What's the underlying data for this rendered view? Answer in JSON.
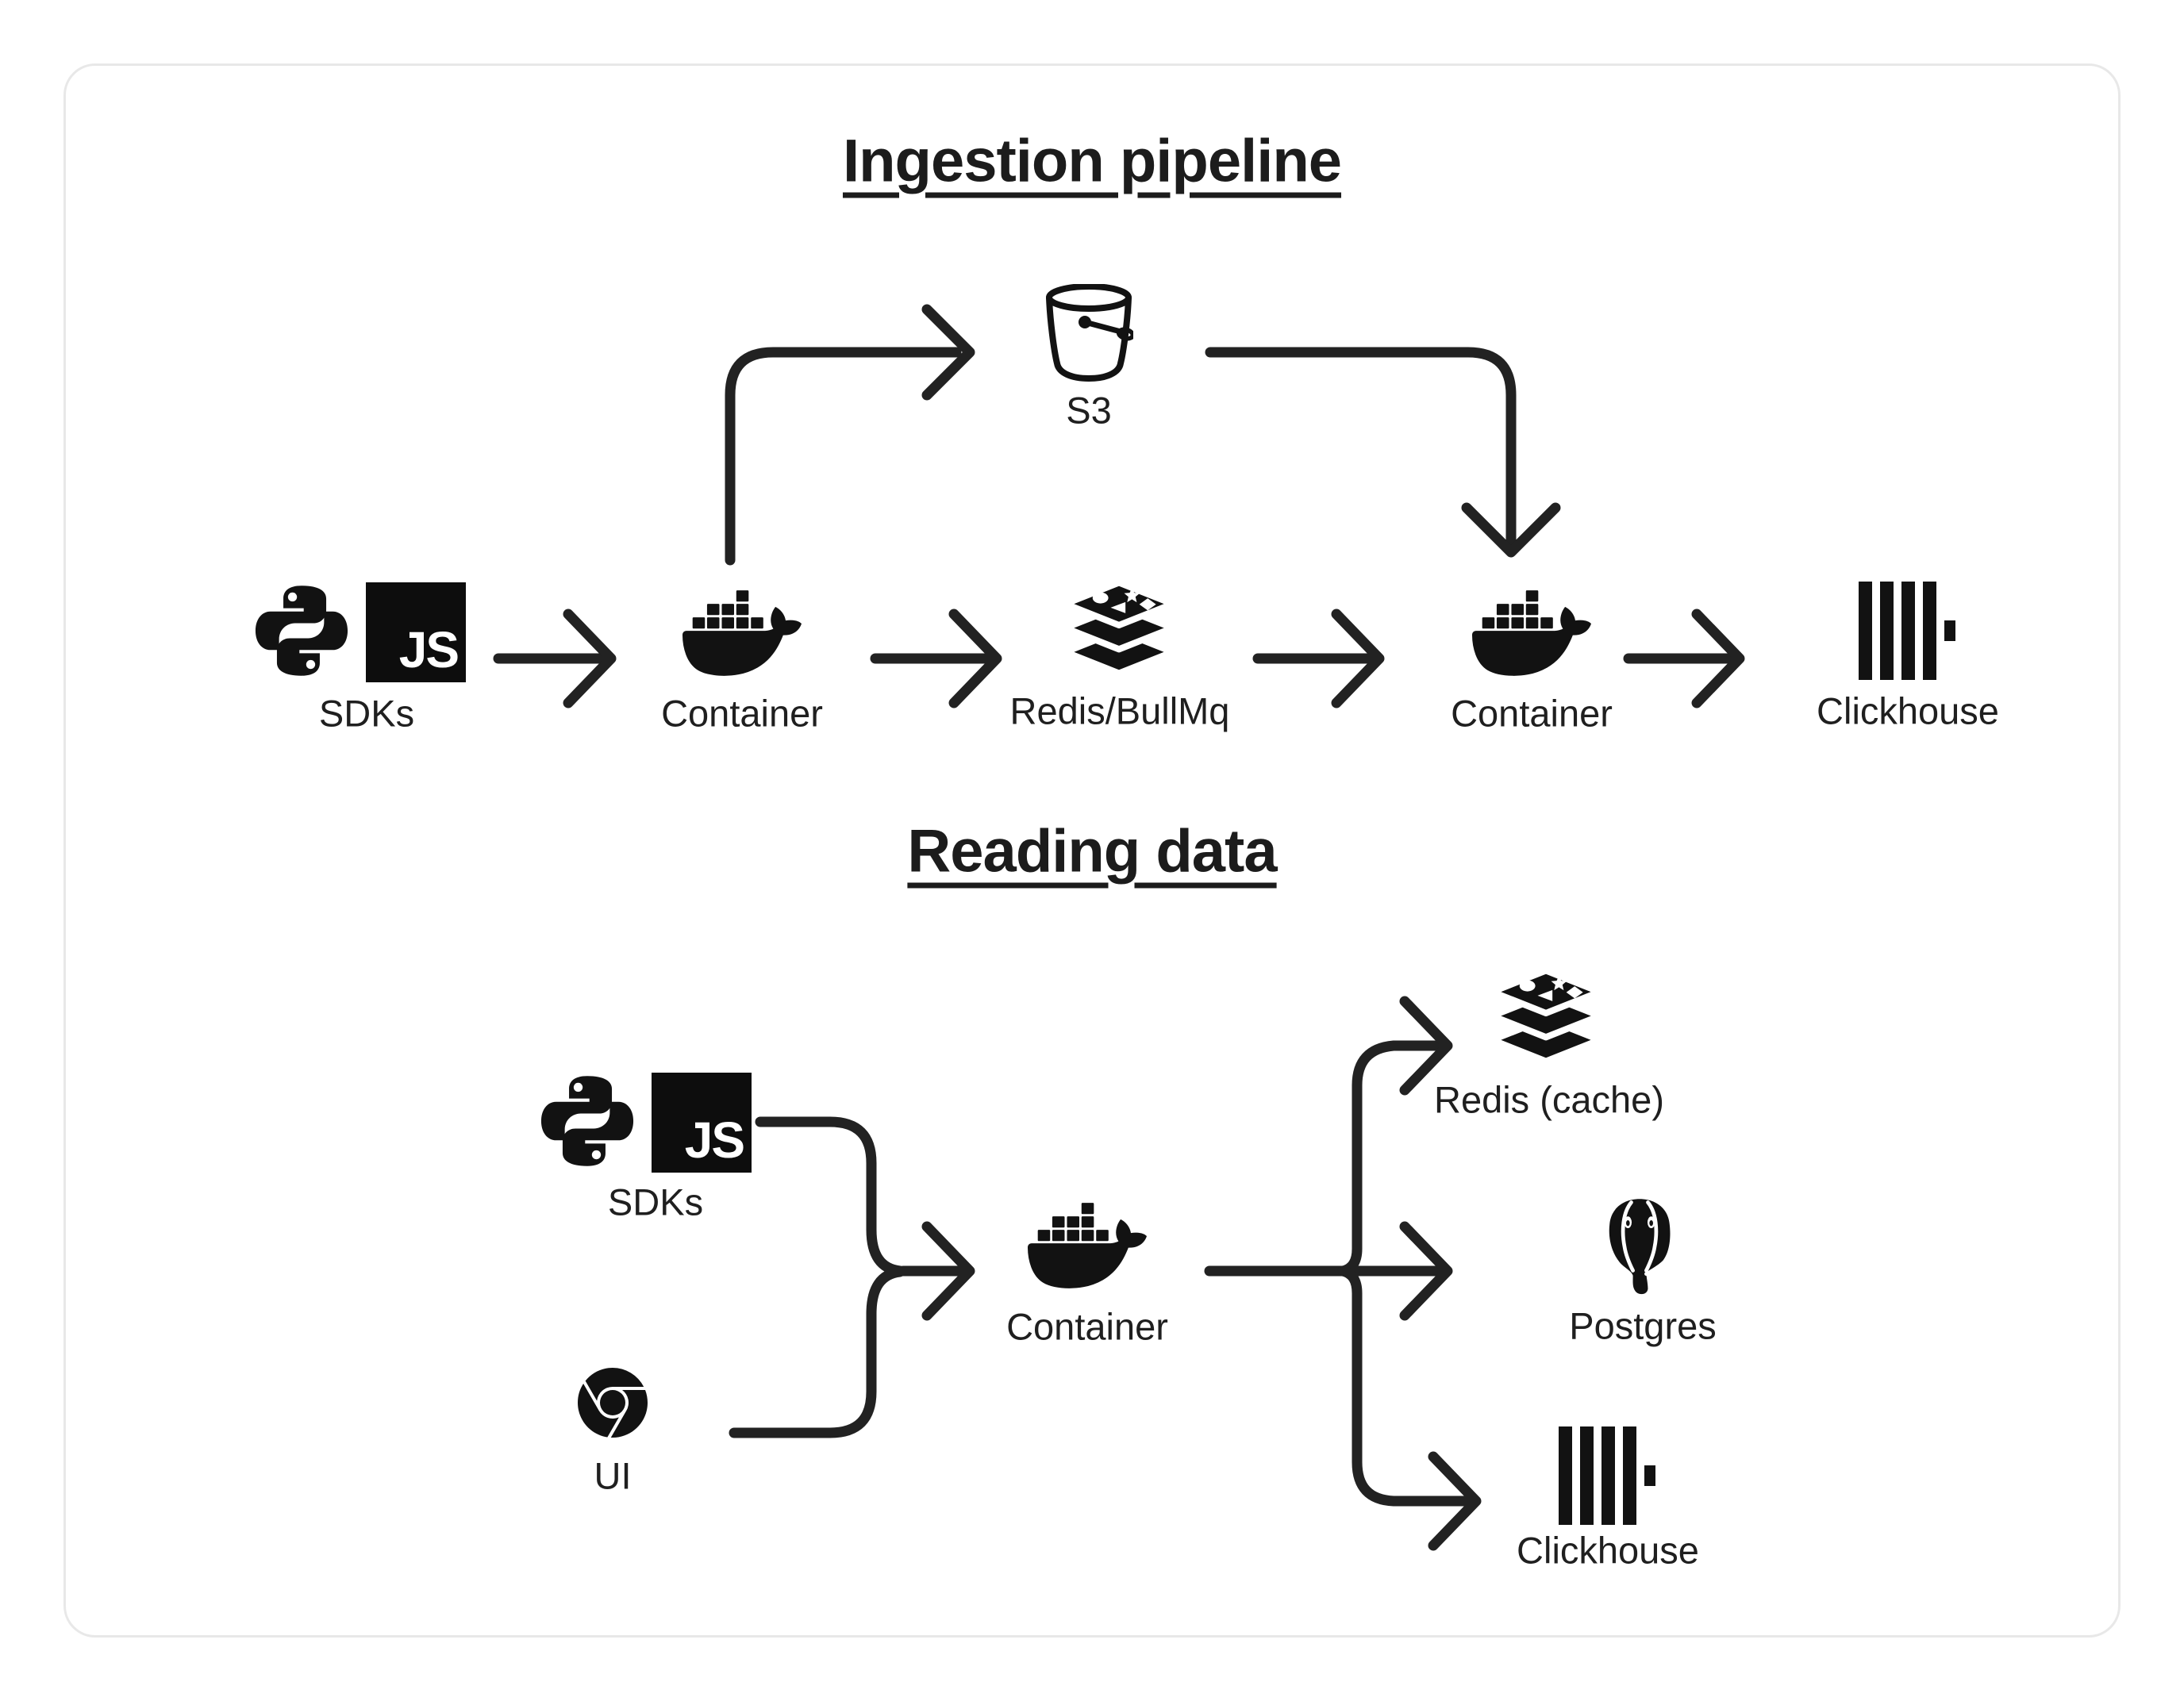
{
  "colors": {
    "ink": "#1c1c1c",
    "label": "#1f1f1f",
    "line": "#222222",
    "icon": "#121212",
    "card_border": "#e8e8e8",
    "card_bg": "#ffffff",
    "page_bg": "#ffffff"
  },
  "badges": {
    "js": "JS"
  },
  "ingestion": {
    "title": "Ingestion pipeline",
    "labels": {
      "sdks": "SDKs",
      "container_in": "Container",
      "queue": "Redis/BullMq",
      "s3": "S3",
      "container_out": "Container",
      "clickhouse": "Clickhouse"
    }
  },
  "reading": {
    "title": "Reading data",
    "labels": {
      "sdks": "SDKs",
      "ui": "UI",
      "container": "Container",
      "redis_cache": "Redis (cache)",
      "postgres": "Postgres",
      "clickhouse": "Clickhouse"
    }
  }
}
